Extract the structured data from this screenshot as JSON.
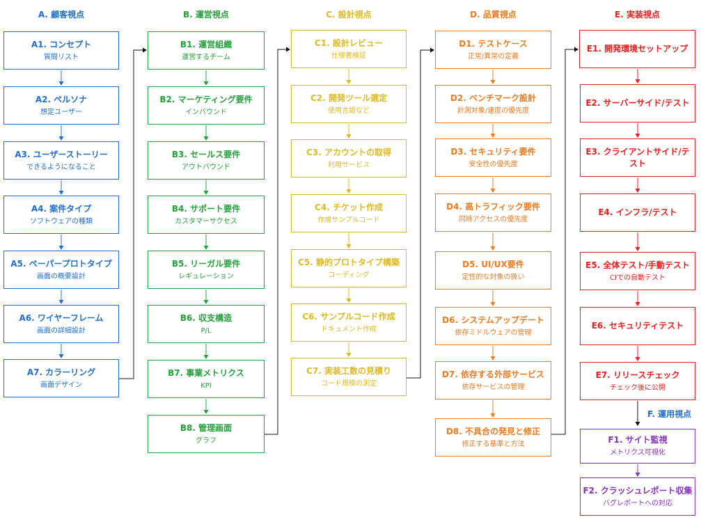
{
  "colors": {
    "A": "#1f6fd0",
    "B": "#23a13a",
    "C": "#e0b91e",
    "D": "#f07a1e",
    "E": "#e8201c",
    "F": "#8a2fc4",
    "connector": "#111111"
  },
  "columns": {
    "A": {
      "header": "A. 顧客視点",
      "items": [
        {
          "title": "A1. コンセプト",
          "sub": "質問リスト"
        },
        {
          "title": "A2. ペルソナ",
          "sub": "想定ユーザー"
        },
        {
          "title": "A3. ユーザーストーリー",
          "sub": "できるようになること"
        },
        {
          "title": "A4. 案件タイプ",
          "sub": "ソフトウェアの種類"
        },
        {
          "title": "A5. ペーパープロトタイプ",
          "sub": "画面の概要設計"
        },
        {
          "title": "A6. ワイヤーフレーム",
          "sub": "画面の詳細設計"
        },
        {
          "title": "A7. カラーリング",
          "sub": "画面デザイン"
        }
      ]
    },
    "B": {
      "header": "B. 運営視点",
      "items": [
        {
          "title": "B1. 運営組織",
          "sub": "運営するチーム"
        },
        {
          "title": "B2. マーケティング要件",
          "sub": "インバウンド"
        },
        {
          "title": "B3. セールス要件",
          "sub": "アウトバウンド"
        },
        {
          "title": "B4. サポート要件",
          "sub": "カスタマーサクセス"
        },
        {
          "title": "B5. リーガル要件",
          "sub": "レギュレーション"
        },
        {
          "title": "B6. 収支構造",
          "sub": "P/L"
        },
        {
          "title": "B7. 事業メトリクス",
          "sub": "KPI"
        },
        {
          "title": "B8. 管理画面",
          "sub": "グラフ"
        }
      ]
    },
    "C": {
      "header": "C. 設計視点",
      "items": [
        {
          "title": "C1. 設計レビュー",
          "sub": "仕様書検証"
        },
        {
          "title": "C2. 開発ツール選定",
          "sub": "使用言語など"
        },
        {
          "title": "C3. アカウントの取得",
          "sub": "利用サービス"
        },
        {
          "title": "C4. チケット作成",
          "sub": "作成サンプルコード"
        },
        {
          "title": "C5. 静的プロトタイプ構築",
          "sub": "コーディング"
        },
        {
          "title": "C6. サンプルコード作成",
          "sub": "ドキュメント作成"
        },
        {
          "title": "C7. 実装工数の見積り",
          "sub": "コード規模の測定"
        }
      ]
    },
    "D": {
      "header": "D. 品質視点",
      "items": [
        {
          "title": "D1. テストケース",
          "sub": "正常/異常の定義"
        },
        {
          "title": "D2. ベンチマーク設計",
          "sub": "計測対象/速度の優先度"
        },
        {
          "title": "D3. セキュリティ要件",
          "sub": "安全性の優先度"
        },
        {
          "title": "D4. 高トラフィック要件",
          "sub": "同時アクセスの優先度"
        },
        {
          "title": "D5. UI/UX要件",
          "sub": "定性的な対象の扱い"
        },
        {
          "title": "D6. システムアップデート",
          "sub": "依存ミドルウェアの管理"
        },
        {
          "title": "D7. 依存する外部サービス",
          "sub": "依存サービスの管理"
        },
        {
          "title": "D8. 不具合の発見と修正",
          "sub": "修正する基準と方法"
        }
      ]
    },
    "E": {
      "header": "E. 実装視点",
      "items": [
        {
          "title": "E1. 開発環境セットアップ",
          "sub": ""
        },
        {
          "title": "E2. サーバーサイド/テスト",
          "sub": ""
        },
        {
          "title": "E3. クライアントサイド/テスト",
          "sub": ""
        },
        {
          "title": "E4. インフラ/テスト",
          "sub": ""
        },
        {
          "title": "E5. 全体テスト/手動テスト",
          "sub": "CIでの自動テスト"
        },
        {
          "title": "E6. セキュリティテスト",
          "sub": ""
        },
        {
          "title": "E7. リリースチェック",
          "sub": "チェック後に公開"
        }
      ]
    },
    "F": {
      "header": "F. 運用視点",
      "items": [
        {
          "title": "F1. サイト監視",
          "sub": "メトリクス可視化"
        },
        {
          "title": "F2. クラッシュレポート収集",
          "sub": "バグレポートへの対応"
        }
      ]
    }
  }
}
